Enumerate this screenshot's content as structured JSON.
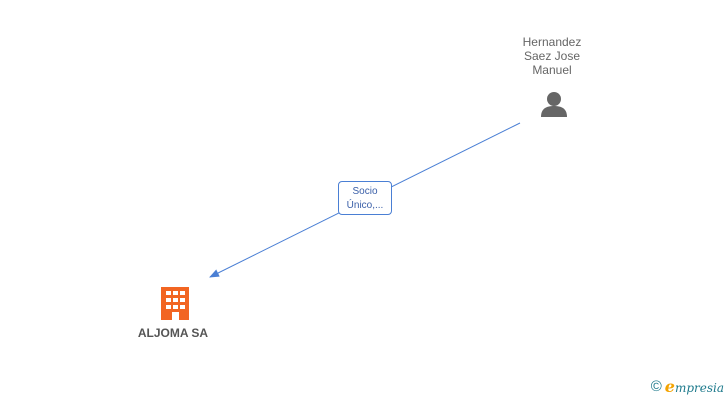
{
  "person": {
    "name_lines": [
      "Hernandez",
      "Saez Jose",
      "Manuel"
    ],
    "icon": "person-icon"
  },
  "relation": {
    "label_lines": [
      "Socio",
      "Único,..."
    ]
  },
  "company": {
    "name": "ALJOMA SA",
    "icon": "building-icon"
  },
  "footer": {
    "copyright_symbol": "©",
    "brand_initial": "e",
    "brand_rest": "mpresia"
  },
  "colors": {
    "edge": "#4a7fd4",
    "company_icon": "#f26522",
    "person_icon": "#666666",
    "brand": "#1e7a8c",
    "brand_accent": "#f4a300"
  }
}
